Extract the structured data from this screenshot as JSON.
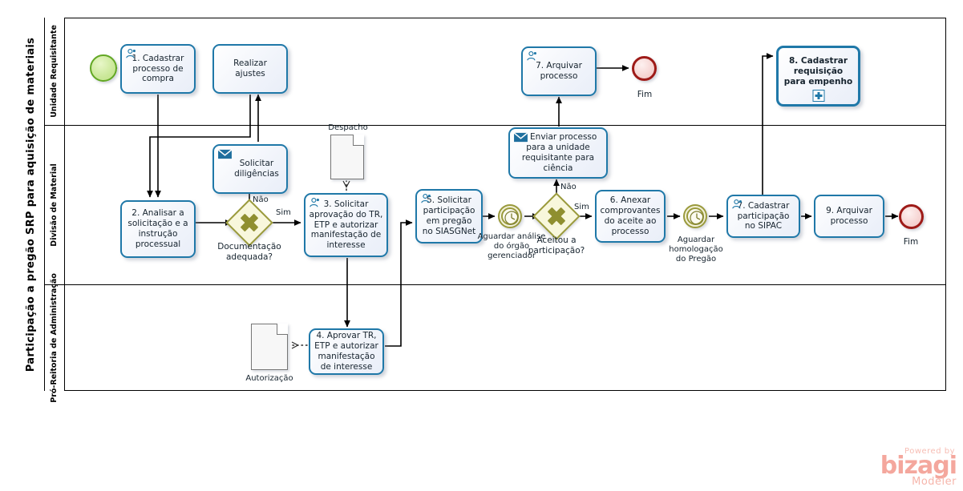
{
  "pool": {
    "title": "Participação a pregão SRP para aquisição de materiais",
    "lanes": [
      {
        "id": "lane-unidade",
        "label": "Unidade Requisitante"
      },
      {
        "id": "lane-divisao",
        "label": "Divisão de Material"
      },
      {
        "id": "lane-proreitoria",
        "label": "Pró-Reitoria de\nAdministração"
      }
    ]
  },
  "events": {
    "start": {
      "name": "start-event",
      "label": ""
    },
    "end_top": {
      "name": "end-event-top",
      "label": "Fim"
    },
    "end_right": {
      "name": "end-event-right",
      "label": "Fim"
    },
    "timer1": {
      "name": "timer-aguardar-analise",
      "label": "Aguardar análise\ndo órgão\ngerenciador"
    },
    "timer2": {
      "name": "timer-aguardar-homologacao",
      "label": "Aguardar\nhomologação\ndo Pregão"
    }
  },
  "gateways": [
    {
      "id": "gw-documentacao",
      "label": "Documentação\nadequada?"
    },
    {
      "id": "gw-aceitou",
      "label": "Aceitou a\nparticipação?"
    }
  ],
  "tasks": [
    {
      "id": "t1",
      "label": "1. Cadastrar processo de compra",
      "icon": "user-task-icon"
    },
    {
      "id": "t1b",
      "label": "Realizar ajustes",
      "icon": "none"
    },
    {
      "id": "t2",
      "label": "2. Analisar a solicitação e a instrução processual",
      "icon": "none"
    },
    {
      "id": "tsd",
      "label": "Solicitar diligências",
      "icon": "send-task-icon"
    },
    {
      "id": "t3",
      "label": "3. Solicitar aprovação do TR, ETP e autorizar manifestação de interesse",
      "icon": "user-task-icon"
    },
    {
      "id": "t4",
      "label": "4. Aprovar TR, ETP e autorizar manifestação de interesse",
      "icon": "none"
    },
    {
      "id": "t5",
      "label": "5. Solicitar participação em pregão no SIASGNet",
      "icon": "user-task-icon"
    },
    {
      "id": "t6e",
      "label": "6. Enviar processo para a unidade requisitante para ciência",
      "icon": "send-task-icon"
    },
    {
      "id": "t6a",
      "label": "6. Anexar comprovantes do aceite ao processo",
      "icon": "none"
    },
    {
      "id": "t7a",
      "label": "7. Arquivar processo",
      "icon": "user-task-icon"
    },
    {
      "id": "t7c",
      "label": "7. Cadastrar participação no SIPAC",
      "icon": "user-task-icon"
    },
    {
      "id": "t8",
      "label": "8. Cadastrar requisição para empenho",
      "icon": "subprocess-plus-icon"
    },
    {
      "id": "t9",
      "label": "9. Arquivar processo",
      "icon": "none"
    }
  ],
  "documents": [
    {
      "id": "doc-despacho",
      "label": "Despacho"
    },
    {
      "id": "doc-autorizacao",
      "label": "Autorização"
    }
  ],
  "flow_labels": {
    "nao_doc": "Não",
    "sim_doc": "Sim",
    "nao_aceite": "Não",
    "sim_aceite": "Sim"
  },
  "watermark": {
    "powered_by": "Powered by",
    "brand": "bizagi",
    "product": "Modeler"
  },
  "colors": {
    "task_border": "#1f78a8",
    "gateway": "#9a9a3c",
    "start": "#62a724",
    "end": "#9e1b18"
  }
}
